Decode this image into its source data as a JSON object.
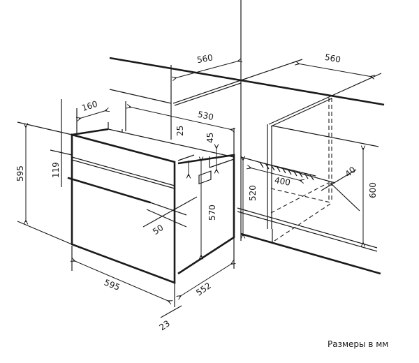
{
  "diagram": {
    "title": "Oven built-in installation dimensions",
    "dimensions": {
      "cabinet_depth_left": "560",
      "cabinet_depth_right": "560",
      "top_offset": "160",
      "top_depth": "530",
      "control_gap": "25",
      "side_offset": "45",
      "front_height": "595",
      "panel_height": "119",
      "body_height": "570",
      "handle_depth": "50",
      "front_width": "595",
      "body_depth": "552",
      "front_thickness": "23",
      "vent_length": "400",
      "vent_depth": "40",
      "niche_height_min": "520",
      "niche_height_max": "600"
    },
    "caption": "Размеры в мм",
    "color": "#1a1a1a"
  }
}
